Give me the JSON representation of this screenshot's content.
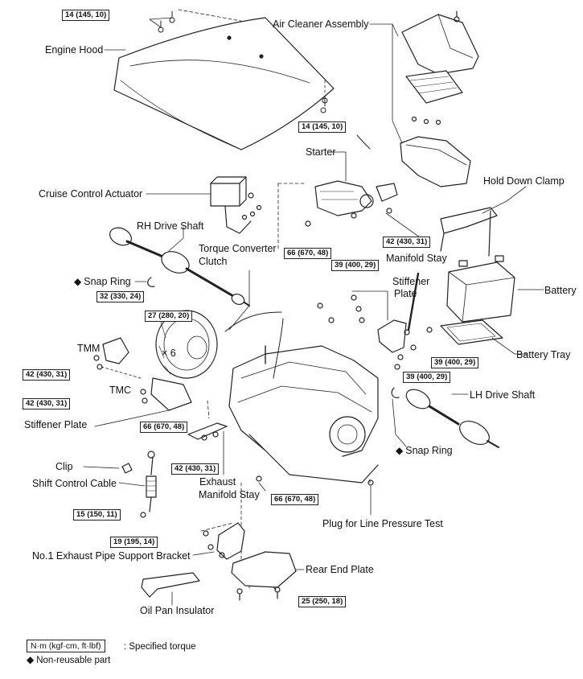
{
  "labels": {
    "engine_hood": "Engine Hood",
    "air_cleaner": "Air Cleaner Assembly",
    "starter": "Starter",
    "hold_down_clamp": "Hold Down Clamp",
    "cruise_actuator": "Cruise Control Actuator",
    "rh_drive_shaft": "RH Drive Shaft",
    "torque_converter_1": "Torque Converter",
    "torque_converter_2": "Clutch",
    "snap_ring_upper": "Snap Ring",
    "manifold_stay": "Manifold Stay",
    "stiffener_plate_r1": "Stiffener",
    "stiffener_plate_r2": "Plate",
    "battery": "Battery",
    "battery_tray": "Battery Tray",
    "tmm": "TMM",
    "tmc": "TMC",
    "times6": "× 6",
    "stiffener_plate_l": "Stiffener Plate",
    "lh_drive_shaft": "LH Drive Shaft",
    "snap_ring_lower": "Snap Ring",
    "clip": "Clip",
    "shift_cable": "Shift Control Cable",
    "exhaust_stay_1": "Exhaust",
    "exhaust_stay_2": "Manifold Stay",
    "plug": "Plug for Line Pressure Test",
    "exhaust_bracket": "No.1 Exhaust Pipe Support Bracket",
    "rear_end_plate": "Rear End Plate",
    "oil_pan_insulator": "Oil Pan Insulator"
  },
  "torques": {
    "t_hood_top": "14 (145, 10)",
    "t_hood_bottom": "14 (145, 10)",
    "t_starter": "42 (430, 31)",
    "t_66_top": "66 (670, 48)",
    "t_39_a": "39 (400, 29)",
    "t_32": "32 (330, 24)",
    "t_27": "27 (280, 20)",
    "t_42_tmm": "42 (430, 31)",
    "t_42_tmc": "42 (430, 31)",
    "t_66_left": "66 (670, 48)",
    "t_39_b": "39 (400, 29)",
    "t_39_c": "39 (400, 29)",
    "t_42_exh": "42 (430, 31)",
    "t_15": "15 (150, 11)",
    "t_66_bottom": "66 (670, 48)",
    "t_19": "19 (195, 14)",
    "t_25": "25 (250, 18)"
  },
  "legend": {
    "box_text": "N·m (kgf·cm, ft·lbf)",
    "box_desc": ": Specified torque",
    "nonreusable": "Non-reusable part"
  }
}
